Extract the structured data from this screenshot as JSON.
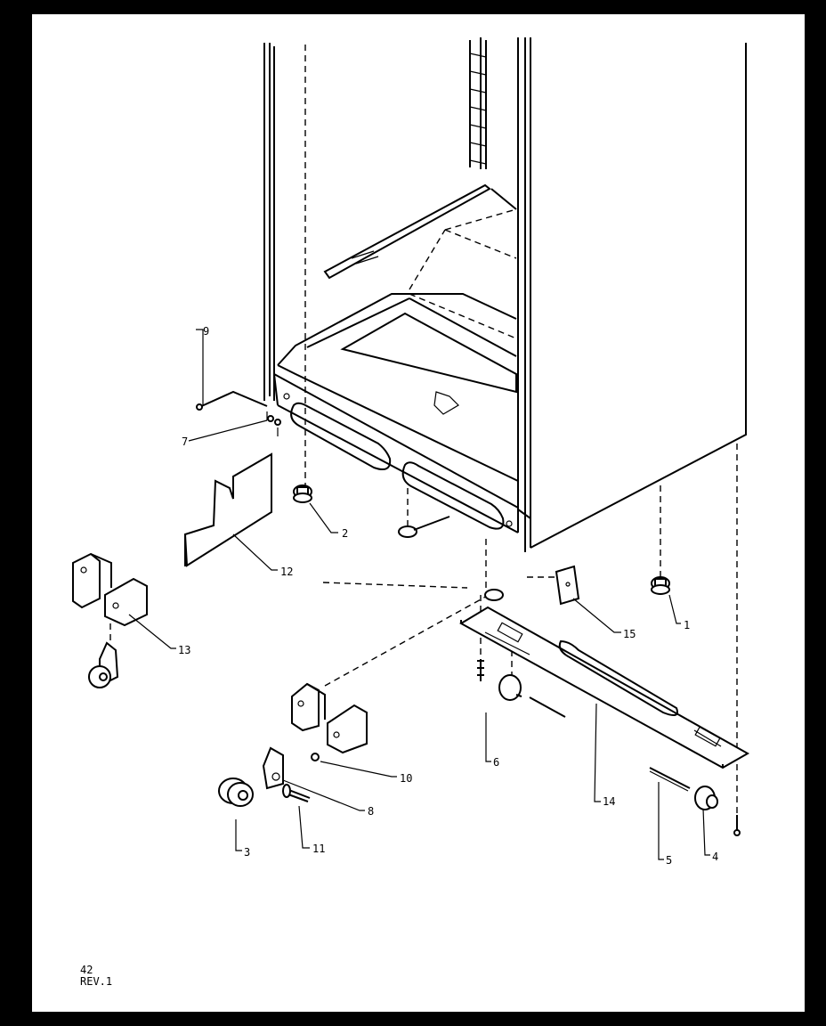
{
  "callouts": {
    "c1": "1",
    "c2": "2",
    "c3": "3",
    "c4": "4",
    "c5": "5",
    "c6": "6",
    "c7": "7",
    "c8": "8",
    "c9": "9",
    "c10": "10",
    "c11": "11",
    "c12": "12",
    "c13": "13",
    "c14": "14",
    "c15": "15"
  },
  "footer": {
    "page": "42",
    "revision": "REV.1"
  }
}
